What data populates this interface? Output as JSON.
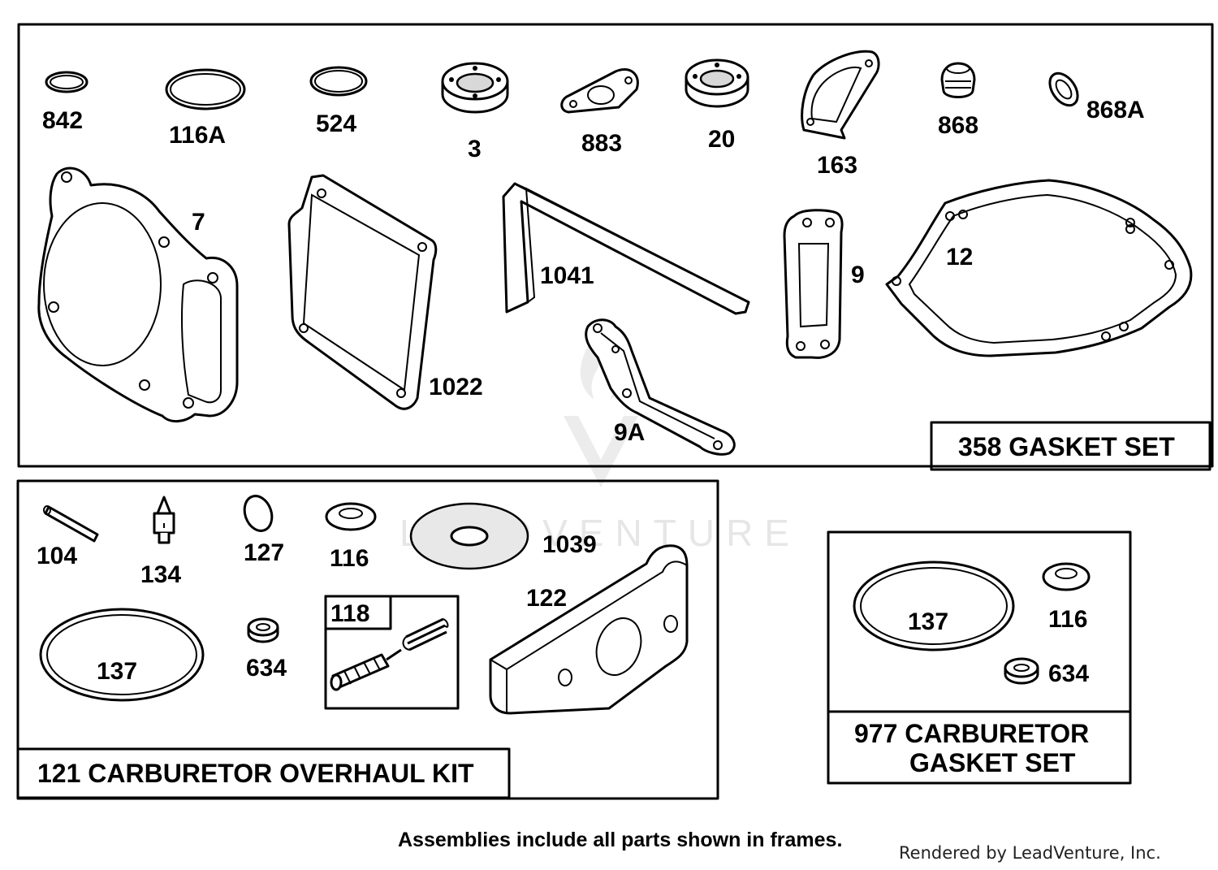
{
  "parts": {
    "p842": "842",
    "p116a": "116A",
    "p524": "524",
    "p3": "3",
    "p883": "883",
    "p20": "20",
    "p163": "163",
    "p868": "868",
    "p868a": "868A",
    "p7": "7",
    "p1022": "1022",
    "p1041": "1041",
    "p9a": "9A",
    "p9": "9",
    "p12": "12",
    "p104": "104",
    "p134": "134",
    "p127": "127",
    "p116": "116",
    "p1039": "1039",
    "p122": "122",
    "p137": "137",
    "p634": "634",
    "p118": "118",
    "p137b": "137",
    "p116b": "116",
    "p634b": "634"
  },
  "frames": {
    "gasket_set": "358 GASKET SET",
    "overhaul_kit": "121 CARBURETOR OVERHAUL KIT",
    "carb_gasket_line1": "977 CARBURETOR",
    "carb_gasket_line2": "GASKET SET"
  },
  "watermark": "LEADVENTURE",
  "footer": {
    "note": "Assemblies include all parts shown in frames.",
    "rendered_by": "Rendered by LeadVenture, Inc."
  }
}
